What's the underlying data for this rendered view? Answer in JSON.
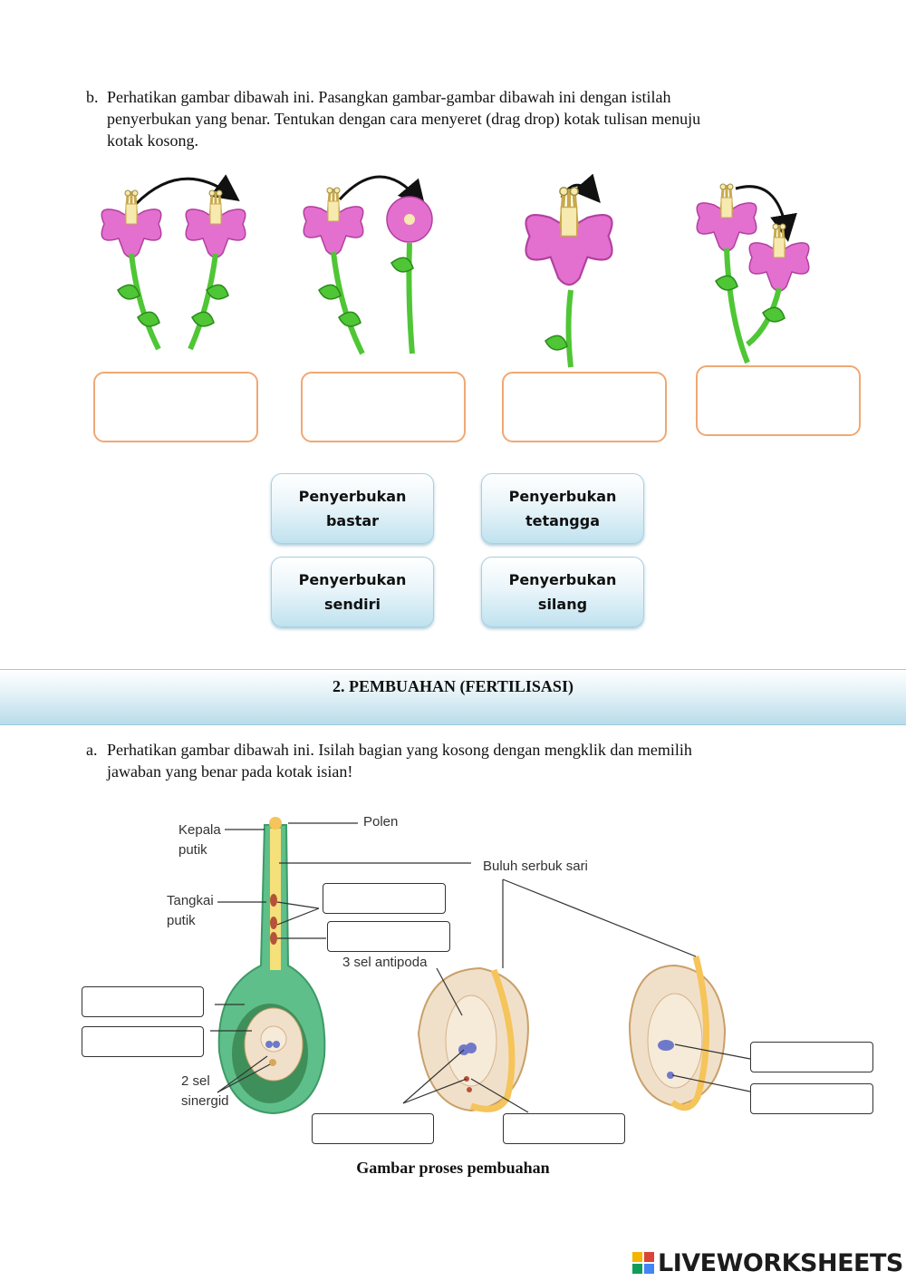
{
  "part_b": {
    "letter": "b.",
    "lines": [
      "Perhatikan gambar dibawah ini. Pasangkan gambar-gambar dibawah ini dengan istilah",
      "penyerbukan yang benar. Tentukan dengan cara menyeret (drag drop) kotak tulisan menuju",
      "kotak kosong."
    ]
  },
  "chips": [
    {
      "line1": "Penyerbukan",
      "line2": "bastar"
    },
    {
      "line1": "Penyerbukan",
      "line2": "tetangga"
    },
    {
      "line1": "Penyerbukan",
      "line2": "sendiri"
    },
    {
      "line1": "Penyerbukan",
      "line2": "silang"
    }
  ],
  "section": {
    "title": "2.  PEMBUAHAN (FERTILISASI)"
  },
  "part_a": {
    "letter": "a.",
    "lines": [
      "Perhatikan gambar dibawah ini. Isilah bagian yang kosong dengan mengklik dan memilih",
      "jawaban yang benar pada kotak isian!"
    ]
  },
  "diagram": {
    "labels": {
      "kepala": [
        "Kepala",
        "putik"
      ],
      "polen": "Polen",
      "buluh": "Buluh serbuk sari",
      "tangkai": [
        "Tangkai",
        "putik"
      ],
      "antipoda": "3 sel antipoda",
      "sinergid": [
        "2 sel",
        "sinergid"
      ]
    },
    "caption": "Gambar proses pembuahan"
  },
  "branding": {
    "name": "LIVEWORKSHEETS"
  },
  "colors": {
    "drop_border": "#f0a873",
    "chip_gradient_bottom": "#bfe2ef",
    "flower_petal": "#e36fcf",
    "stem": "#4fc635",
    "pistil_green": "#5fbf8a",
    "pollen_tube": "#f5c45a"
  }
}
